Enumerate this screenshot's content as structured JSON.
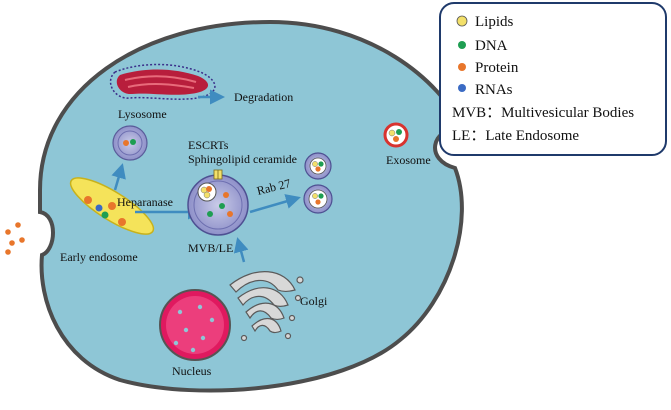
{
  "labels": {
    "lysosome": "Lysosome",
    "degradation": "Degradation",
    "escrts": "ESCRTs",
    "sphingolipid": "Sphingolipid ceramide",
    "heparanase": "Heparanase",
    "rab27": "Rab 27",
    "mvb_le": "MVB/LE",
    "early_endosome": "Early endosome",
    "golgi": "Golgi",
    "nucleus": "Nucleus",
    "exosome": "Exosome"
  },
  "legend": {
    "items": [
      {
        "label": "Lipids",
        "color": "#f3e06a"
      },
      {
        "label": "DNA",
        "color": "#1e9e52"
      },
      {
        "label": "Protein",
        "color": "#e8762b"
      },
      {
        "label": "RNAs",
        "color": "#3b6bc4"
      }
    ],
    "notes": [
      "MVB：Multivesicular Bodies",
      "LE：Late Endosome"
    ]
  },
  "colors": {
    "cell_fill": "#8ec6d6",
    "cell_stroke": "#4d4d4d",
    "arrow": "#3f8cc0",
    "nucleus": "#e0195f",
    "lysosome": "#b81e3c",
    "endosome": "#f5e35a",
    "vesicle": "#8e90c9",
    "golgi": "#d8d8d8",
    "legend_border": "#1f3a6b"
  }
}
